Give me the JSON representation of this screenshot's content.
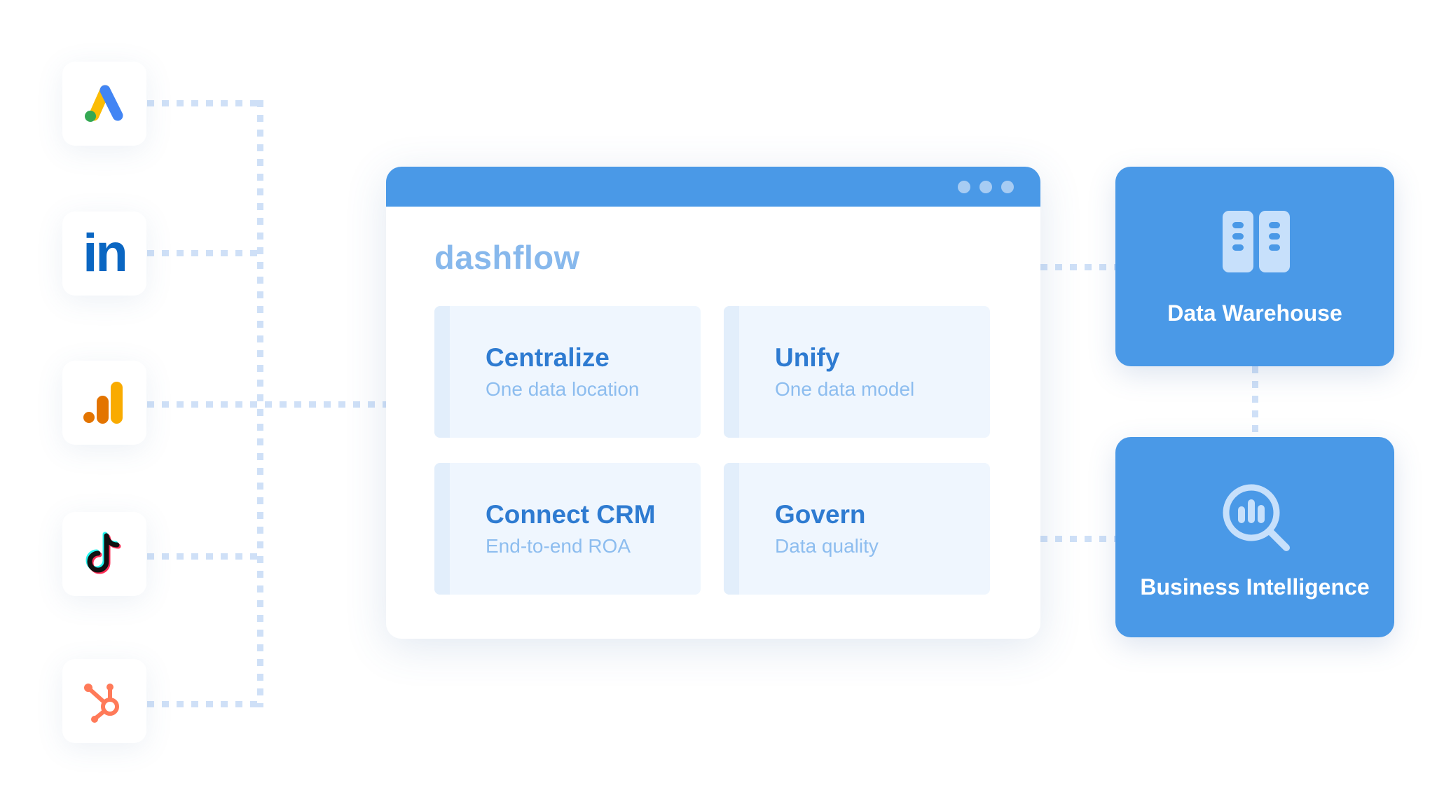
{
  "sources": [
    {
      "name": "Google Ads",
      "icon": "google-ads-icon"
    },
    {
      "name": "LinkedIn",
      "icon": "linkedin-icon",
      "text": "in"
    },
    {
      "name": "Google Analytics",
      "icon": "google-analytics-icon"
    },
    {
      "name": "TikTok",
      "icon": "tiktok-icon"
    },
    {
      "name": "HubSpot",
      "icon": "hubspot-icon"
    }
  ],
  "app": {
    "brand": "dashflow",
    "cards": [
      {
        "title": "Centralize",
        "subtitle": "One data location"
      },
      {
        "title": "Unify",
        "subtitle": "One data model"
      },
      {
        "title": "Connect CRM",
        "subtitle": "End-to-end ROA"
      },
      {
        "title": "Govern",
        "subtitle": "Data quality"
      }
    ]
  },
  "destinations": {
    "warehouse": {
      "label": "Data Warehouse",
      "icon": "server-icon"
    },
    "bi": {
      "label": "Business Intelligence",
      "icon": "analytics-search-icon"
    }
  },
  "colors": {
    "primary": "#4a99e7",
    "brand_text": "#87b8ec",
    "card_title": "#2e7bd1",
    "card_sub": "#8dbdef",
    "connector": "#cfe0f7"
  }
}
